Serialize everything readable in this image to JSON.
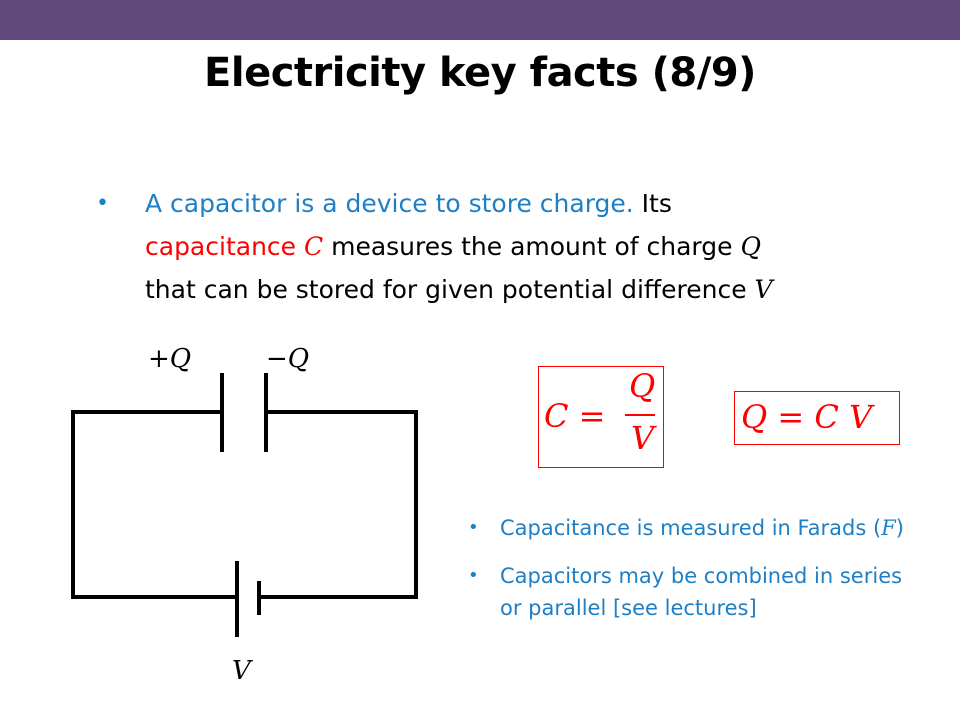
{
  "slide": {
    "title": "Electricity key facts (8/9)"
  },
  "main_bullet": {
    "bullet": "•",
    "part1": "A capacitor is a device to store charge.",
    "part2": " Its ",
    "part3": "capacitance",
    "var_c": "C",
    "part4": " measures the amount of charge ",
    "var_q": "Q",
    "part5": " that can be stored for given potential difference ",
    "var_v": "V"
  },
  "circuit": {
    "plus_q": "+Q",
    "minus_q": "−Q",
    "v_label": "V"
  },
  "equations": {
    "eq1_lhs": "C =",
    "eq1_num": "Q",
    "eq1_den": "V",
    "eq2": "Q = C V"
  },
  "bullets": {
    "b1_prefix": "Capacitance is measured in Farads (",
    "b1_var": "F",
    "b1_suffix": ")",
    "b2": "Capacitors may be combined in series or parallel [see lectures]"
  },
  "colors": {
    "header_bar": "#604a7b",
    "accent_blue": "#1f7fc5",
    "accent_red": "#ff0000"
  }
}
